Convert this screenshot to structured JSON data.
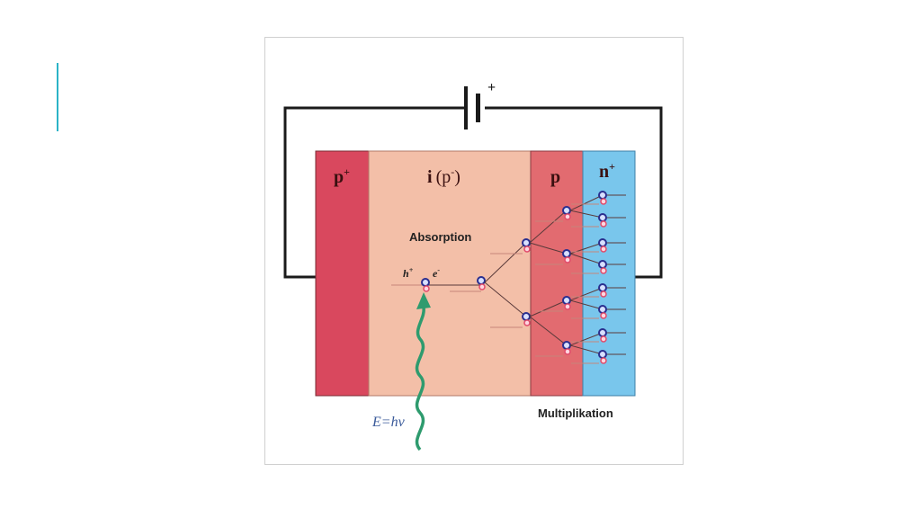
{
  "slide": {
    "accent_color": "#2bb3c7"
  },
  "diagram": {
    "battery": {
      "plus_label": "+"
    },
    "regions": [
      {
        "label": "p",
        "superscript": "+",
        "color": "#d9485e"
      },
      {
        "label": "i",
        "paren_label": "(p",
        "paren_superscript": "-",
        "paren_close": ")",
        "color": "#f3bfa8"
      },
      {
        "label": "p",
        "superscript": "",
        "color": "#e26b70"
      },
      {
        "label": "n",
        "superscript": "+",
        "color": "#79c6ec"
      }
    ],
    "absorption_label": "Absorption",
    "multiplication_label": "Multiplikation",
    "hole_label": "h",
    "hole_superscript": "+",
    "electron_label": "e",
    "electron_superscript": "-",
    "photon_energy_label": "E=hν",
    "colors": {
      "wire": "#1a1a1a",
      "photon": "#2e9b6e",
      "carrier": "#2a2f8f",
      "hole": "#e04a6a"
    }
  }
}
